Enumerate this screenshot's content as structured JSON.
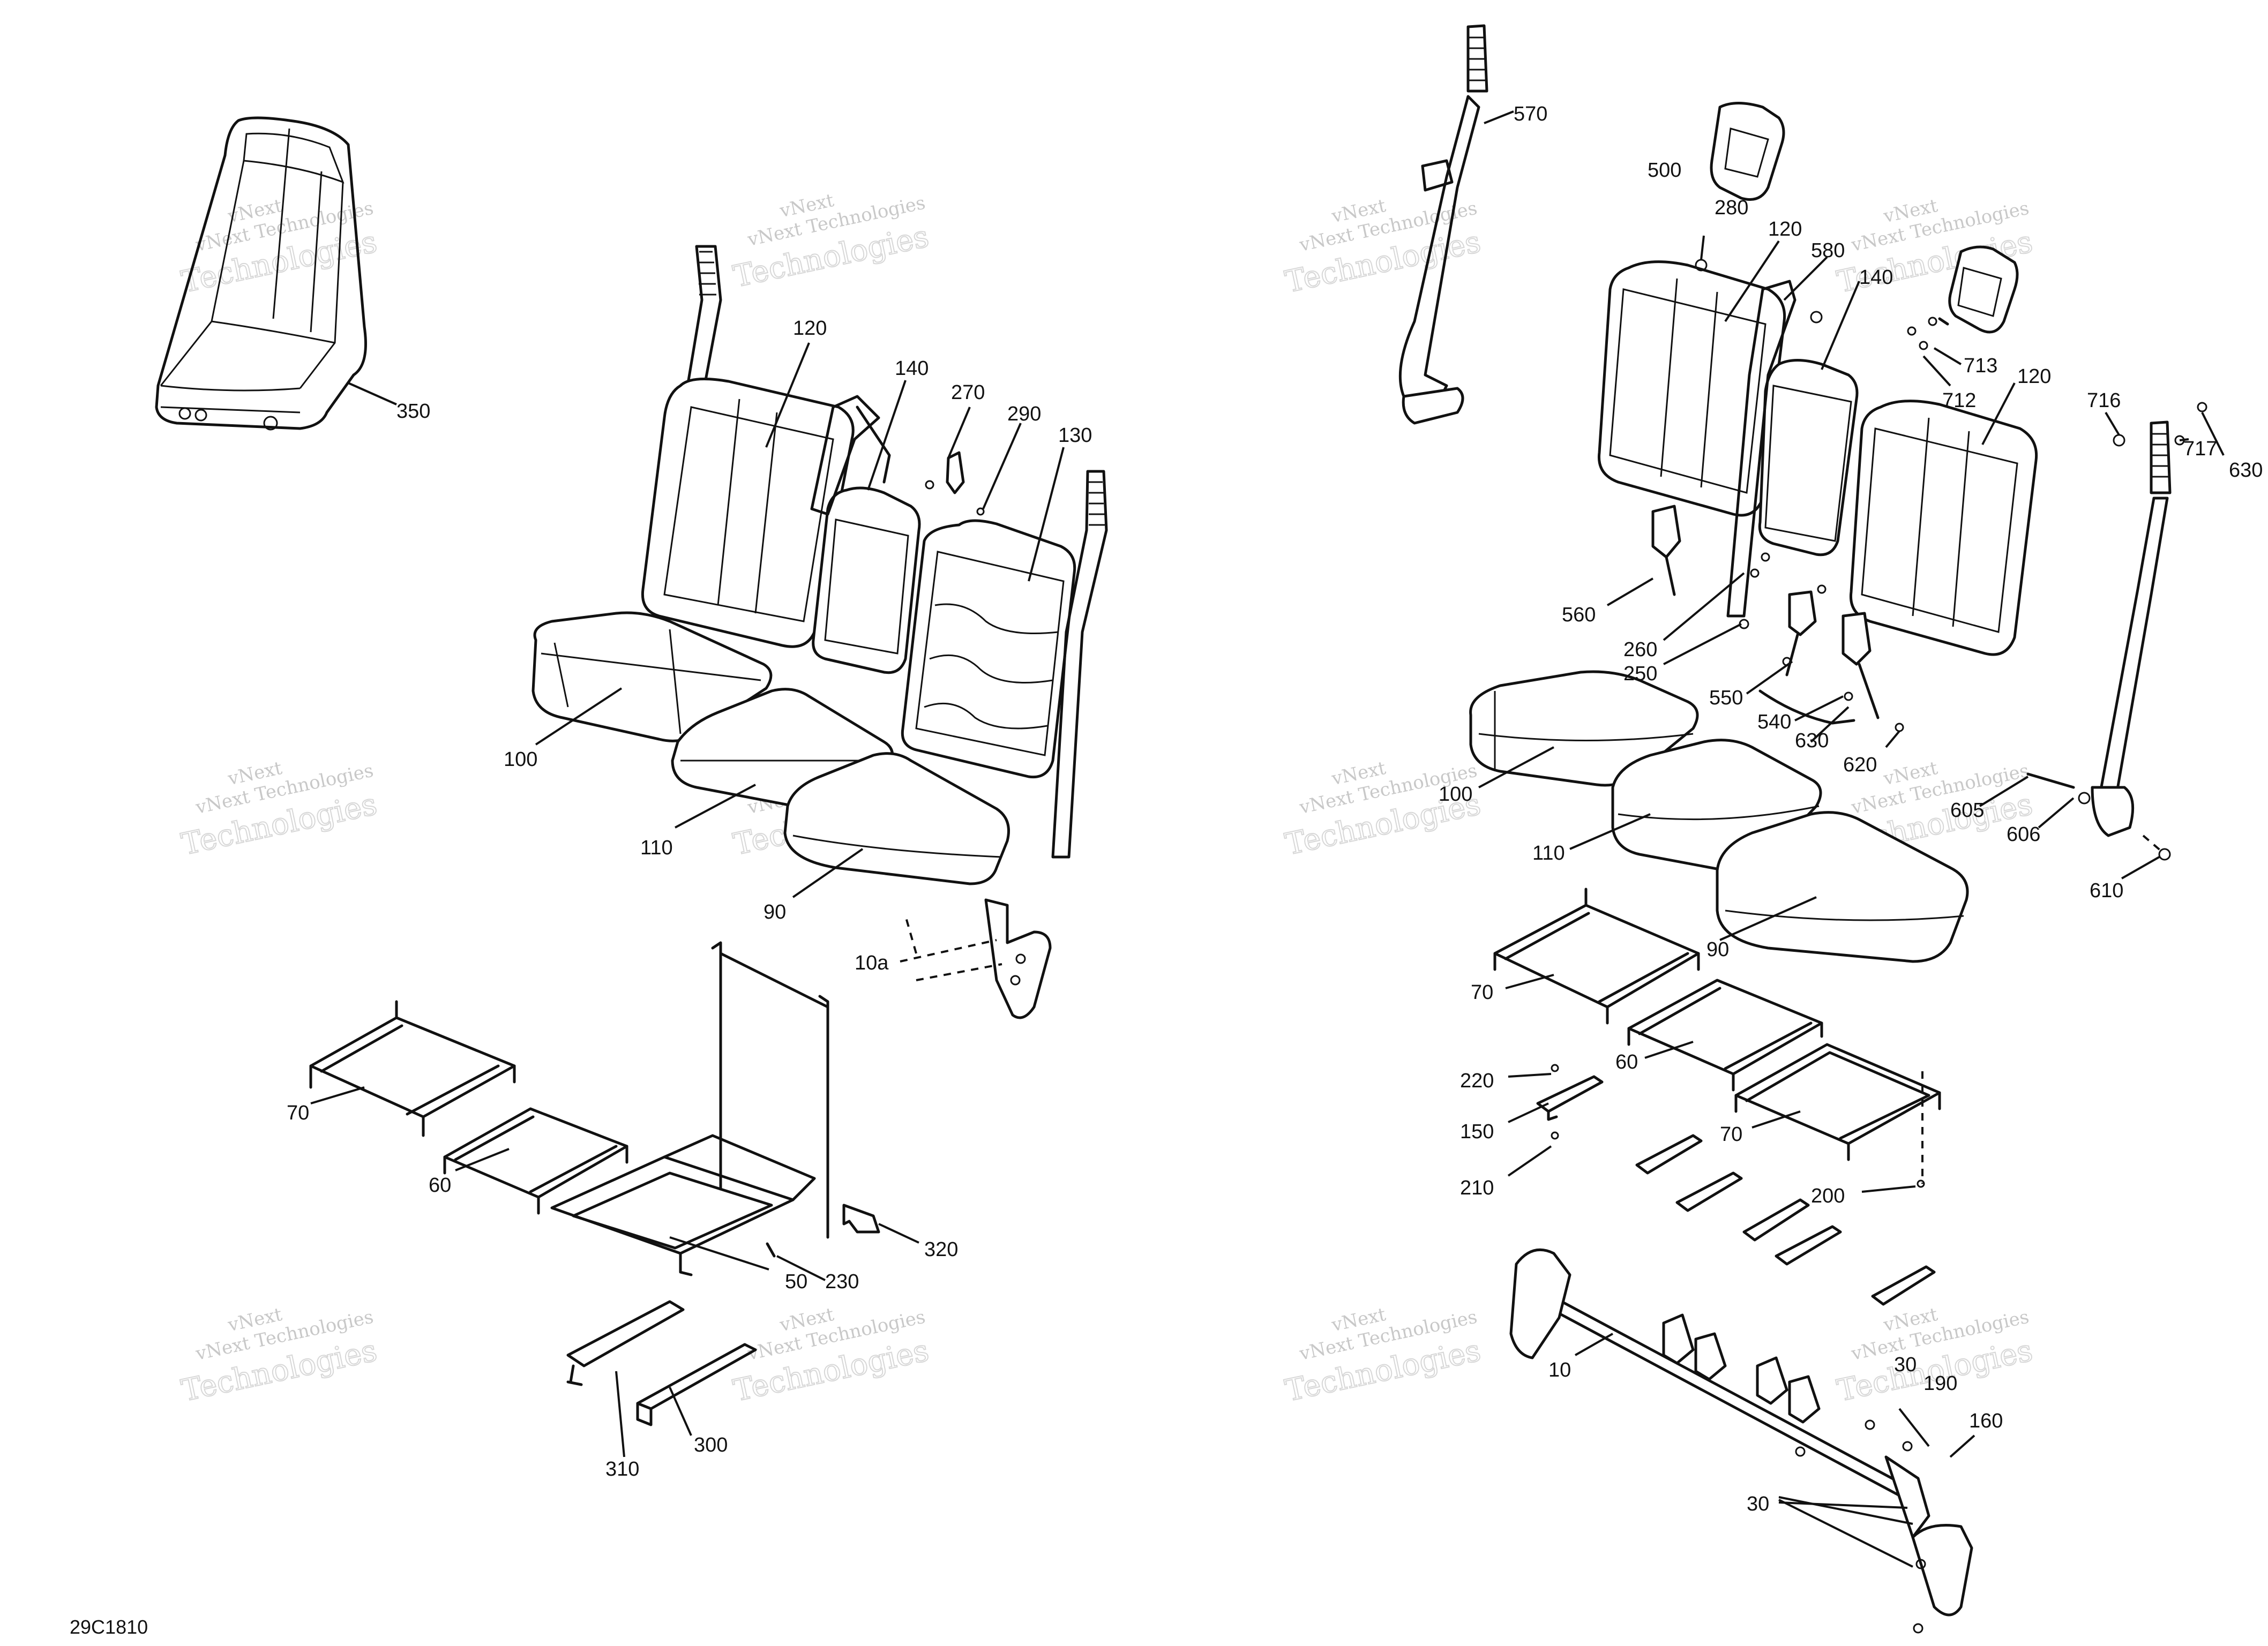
{
  "diagram_code": "29C1810",
  "watermark": {
    "line1": "vNext",
    "line2": "vNext Technologies",
    "line3": "Technologies"
  },
  "callouts": {
    "c350": "350",
    "c120a": "120",
    "c140a": "140",
    "c270": "270",
    "c290": "290",
    "c130": "130",
    "c100a": "100",
    "c110a": "110",
    "c90a": "90",
    "c10a": "10a",
    "c70a": "70",
    "c60a": "60",
    "c50": "50",
    "c230": "230",
    "c320": "320",
    "c310": "310",
    "c300": "300",
    "c570": "570",
    "c500": "500",
    "c280": "280",
    "c120b": "120",
    "c580": "580",
    "c140b": "140",
    "c713": "713",
    "c712": "712",
    "c120c": "120",
    "c716": "716",
    "c717": "717",
    "c630a": "630",
    "c560": "560",
    "c260": "260",
    "c250": "250",
    "c550": "550",
    "c540": "540",
    "c630b": "630",
    "c620": "620",
    "c100b": "100",
    "c110b": "110",
    "c90b": "90",
    "c605": "605",
    "c606": "606",
    "c610": "610",
    "c70b": "70",
    "c60b": "60",
    "c70c": "70",
    "c220": "220",
    "c150": "150",
    "c210": "210",
    "c200": "200",
    "c10": "10",
    "c30a": "30",
    "c190": "190",
    "c160": "160",
    "c30b": "30"
  }
}
